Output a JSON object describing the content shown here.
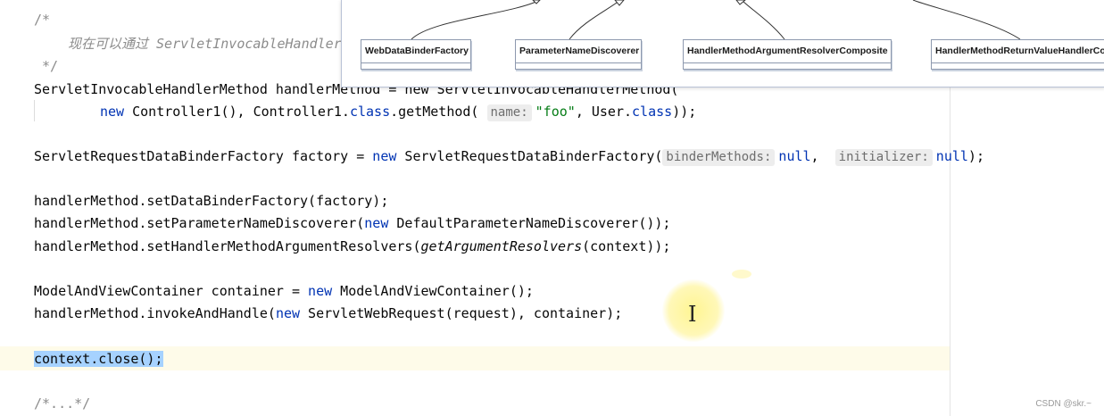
{
  "editor": {
    "comment_open": "/*",
    "comment_body": "现在可以通过 ServletInvocableHandler",
    "comment_close": " */",
    "line_handler_decl": "ServletInvocableHandlerMethod handlerMethod = new ServletInvocableHandlerMethod(",
    "line_handler_args": {
      "kw_new": "new",
      "code_a": " Controller1(), Controller1.",
      "kw_class": "class",
      "code_b": ".getMethod( ",
      "hint_name": "name:",
      "str_foo": "\"foo\"",
      "code_c": ", User.",
      "kw_class2": "class",
      "code_d": "));"
    },
    "line_factory": {
      "code_a": "ServletRequestDataBinderFactory factory = ",
      "kw_new": "new",
      "code_b": " ServletRequestDataBinderFactory(",
      "hint_binder": "binderMethods:",
      "kw_null1": "null",
      "code_c": ",  ",
      "hint_init": "initializer:",
      "kw_null2": "null",
      "code_d": ");"
    },
    "line_set_factory": "handlerMethod.setDataBinderFactory(factory);",
    "line_set_discoverer": {
      "code_a": "handlerMethod.setParameterNameDiscoverer(",
      "kw_new": "new",
      "code_b": " DefaultParameterNameDiscoverer());"
    },
    "line_set_resolvers": {
      "code_a": "handlerMethod.setHandlerMethodArgumentResolvers(",
      "italic_call": "getArgumentResolvers",
      "code_b": "(context));"
    },
    "line_container": {
      "code_a": "ModelAndViewContainer container = ",
      "kw_new": "new",
      "code_b": " ModelAndViewContainer();"
    },
    "line_invoke": {
      "code_a": "handlerMethod.invokeAndHandle(",
      "kw_new": "new",
      "code_b": " ServletWebRequest(request), container);"
    },
    "line_close": "context.close();",
    "line_fold": "/*...*/"
  },
  "diagram_popup": {
    "nodes": [
      "WebDataBinderFactory",
      "ParameterNameDiscoverer",
      "HandlerMethodArgumentResolverComposite",
      "HandlerMethodReturnValueHandlerCo"
    ]
  },
  "watermark": "CSDN @skr.~",
  "colors": {
    "keyword": "#0033b3",
    "string": "#067d17",
    "comment": "#8c8c8c",
    "selection": "#a6d2ff",
    "current_line": "#fefbe9"
  }
}
